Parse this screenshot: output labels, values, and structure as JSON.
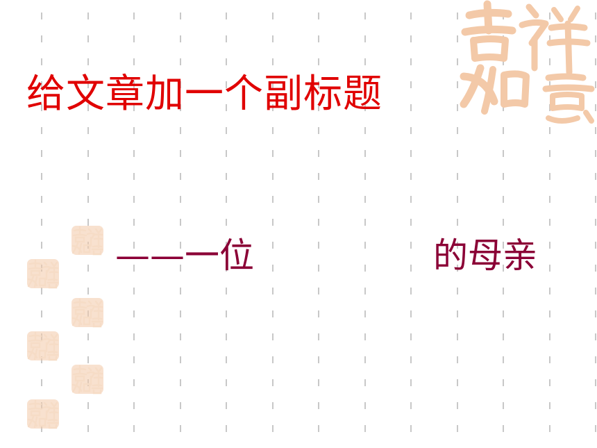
{
  "slide": {
    "title": "给文章加一个副标题",
    "subtitle_part1": "——一位",
    "subtitle_part2": "的母亲"
  },
  "colors": {
    "title": "#e00000",
    "subtitle": "#8b0036",
    "seal": "#f3c9a8",
    "dash_lines": "#c8c8c8"
  },
  "icons": {
    "large": "auspicious-calligraphy-seal-icon",
    "small": "small-auspicious-seal-icon"
  }
}
